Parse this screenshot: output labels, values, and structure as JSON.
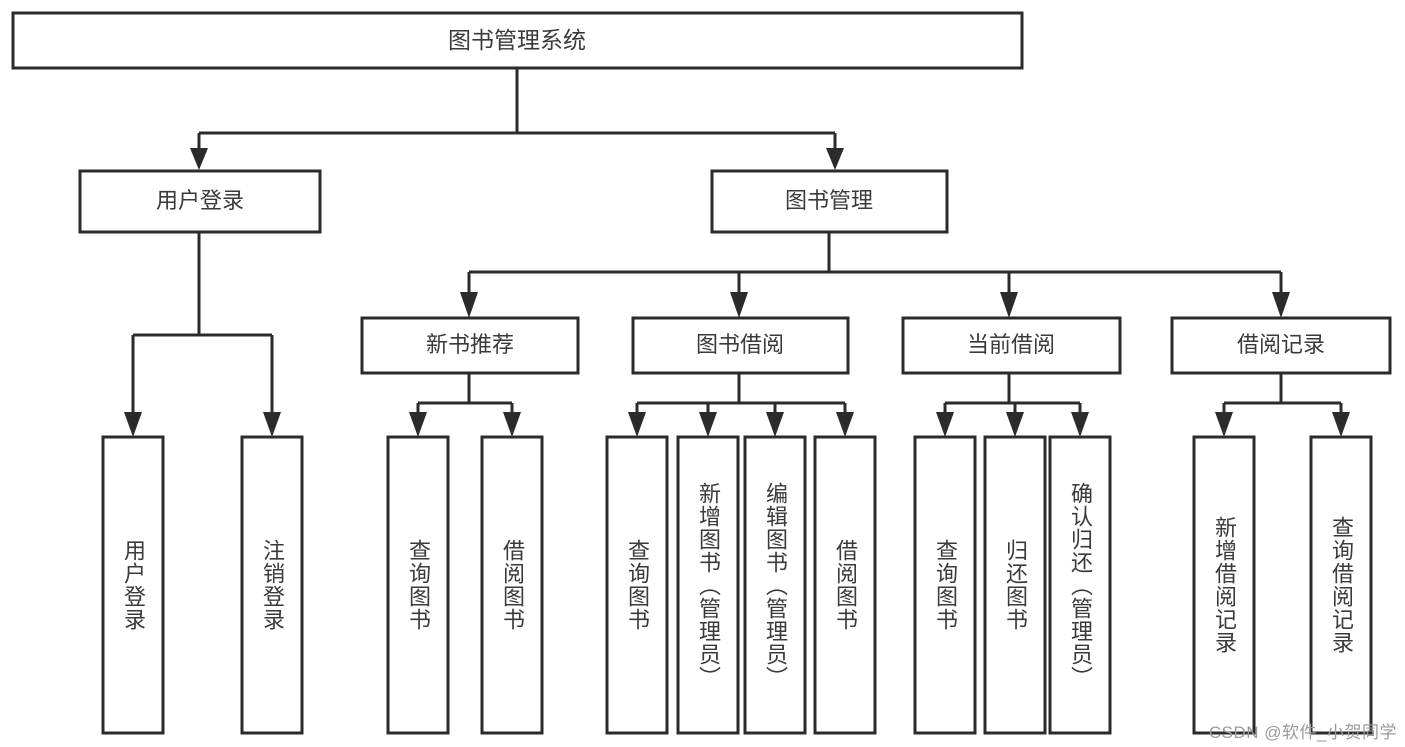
{
  "diagram": {
    "title": "图书管理系统",
    "watermark": "CSDN @软件_小贺同学",
    "root": {
      "label": "图书管理系统"
    },
    "level1": [
      {
        "label": "用户登录"
      },
      {
        "label": "图书管理"
      }
    ],
    "level2": [
      {
        "label": "新书推荐"
      },
      {
        "label": "图书借阅"
      },
      {
        "label": "当前借阅"
      },
      {
        "label": "借阅记录"
      }
    ],
    "leaves": {
      "user_login": [
        {
          "label": "用户登录"
        },
        {
          "label": "注销登录"
        }
      ],
      "new_book_recommend": [
        {
          "label": "查询图书"
        },
        {
          "label": "借阅图书"
        }
      ],
      "book_borrow": [
        {
          "label": "查询图书"
        },
        {
          "label": "新增图书（管理员）"
        },
        {
          "label": "编辑图书（管理员）"
        },
        {
          "label": "借阅图书"
        }
      ],
      "current_borrow": [
        {
          "label": "查询图书"
        },
        {
          "label": "归还图书"
        },
        {
          "label": "确认归还（管理员）"
        }
      ],
      "borrow_record": [
        {
          "label": "新增借阅记录"
        },
        {
          "label": "查询借阅记录"
        }
      ]
    },
    "colors": {
      "stroke": "#2b2b2b",
      "fill": "#ffffff",
      "text": "#3a3a3a",
      "watermark": "#9a9a9a"
    }
  },
  "chart_data": {
    "type": "table",
    "title": "图书管理系统 功能结构图",
    "hierarchy": [
      {
        "label": "图书管理系统",
        "children": [
          {
            "label": "用户登录",
            "children": [
              {
                "label": "用户登录"
              },
              {
                "label": "注销登录"
              }
            ]
          },
          {
            "label": "图书管理",
            "children": [
              {
                "label": "新书推荐",
                "children": [
                  {
                    "label": "查询图书"
                  },
                  {
                    "label": "借阅图书"
                  }
                ]
              },
              {
                "label": "图书借阅",
                "children": [
                  {
                    "label": "查询图书"
                  },
                  {
                    "label": "新增图书（管理员）"
                  },
                  {
                    "label": "编辑图书（管理员）"
                  },
                  {
                    "label": "借阅图书"
                  }
                ]
              },
              {
                "label": "当前借阅",
                "children": [
                  {
                    "label": "查询图书"
                  },
                  {
                    "label": "归还图书"
                  },
                  {
                    "label": "确认归还（管理员）"
                  }
                ]
              },
              {
                "label": "借阅记录",
                "children": [
                  {
                    "label": "新增借阅记录"
                  },
                  {
                    "label": "查询借阅记录"
                  }
                ]
              }
            ]
          }
        ]
      }
    ]
  }
}
